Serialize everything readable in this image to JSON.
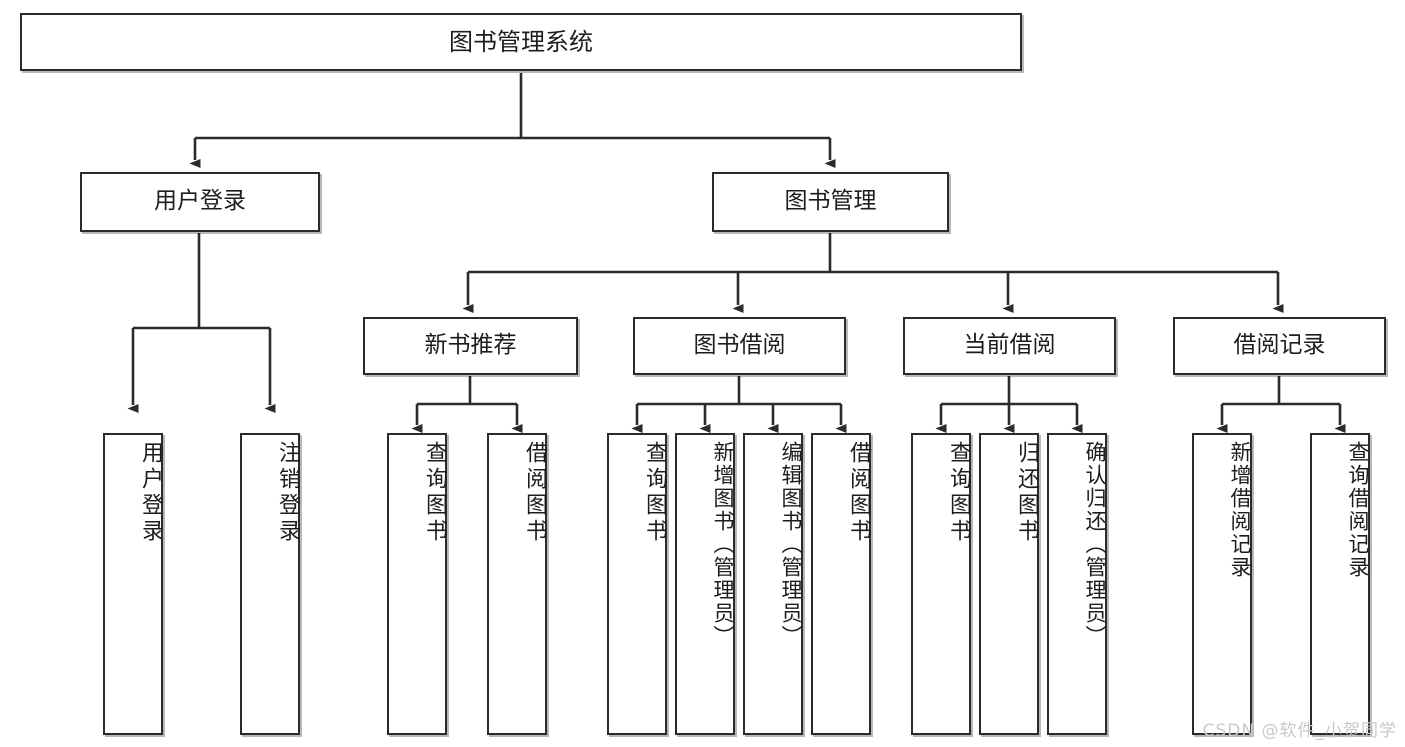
{
  "diagram": {
    "title": "图书管理系统",
    "type": "tree",
    "watermark": "CSDN @软件_小贺同学",
    "colors": {
      "box_border": "#2b2b2b",
      "box_fill": "#ffffff",
      "edge": "#2b2b2b",
      "text": "#1d1d1d",
      "watermark": "#c9c9c9"
    },
    "root": {
      "label": "图书管理系统"
    },
    "level2": [
      {
        "label": "用户登录"
      },
      {
        "label": "图书管理"
      }
    ],
    "level3": [
      {
        "label": "新书推荐"
      },
      {
        "label": "图书借阅"
      },
      {
        "label": "当前借阅"
      },
      {
        "label": "借阅记录"
      }
    ],
    "leaves": {
      "user_login": [
        {
          "label": "用户登录"
        },
        {
          "label": "注销登录"
        }
      ],
      "new_book": [
        {
          "label": "查询图书"
        },
        {
          "label": "借阅图书"
        }
      ],
      "borrow": [
        {
          "label": "查询图书"
        },
        {
          "label": "新增图书（管理员）"
        },
        {
          "label": "编辑图书（管理员）"
        },
        {
          "label": "借阅图书"
        }
      ],
      "current": [
        {
          "label": "查询图书"
        },
        {
          "label": "归还图书"
        },
        {
          "label": "确认归还（管理员）"
        }
      ],
      "records": [
        {
          "label": "新增借阅记录"
        },
        {
          "label": "查询借阅记录"
        }
      ]
    }
  }
}
